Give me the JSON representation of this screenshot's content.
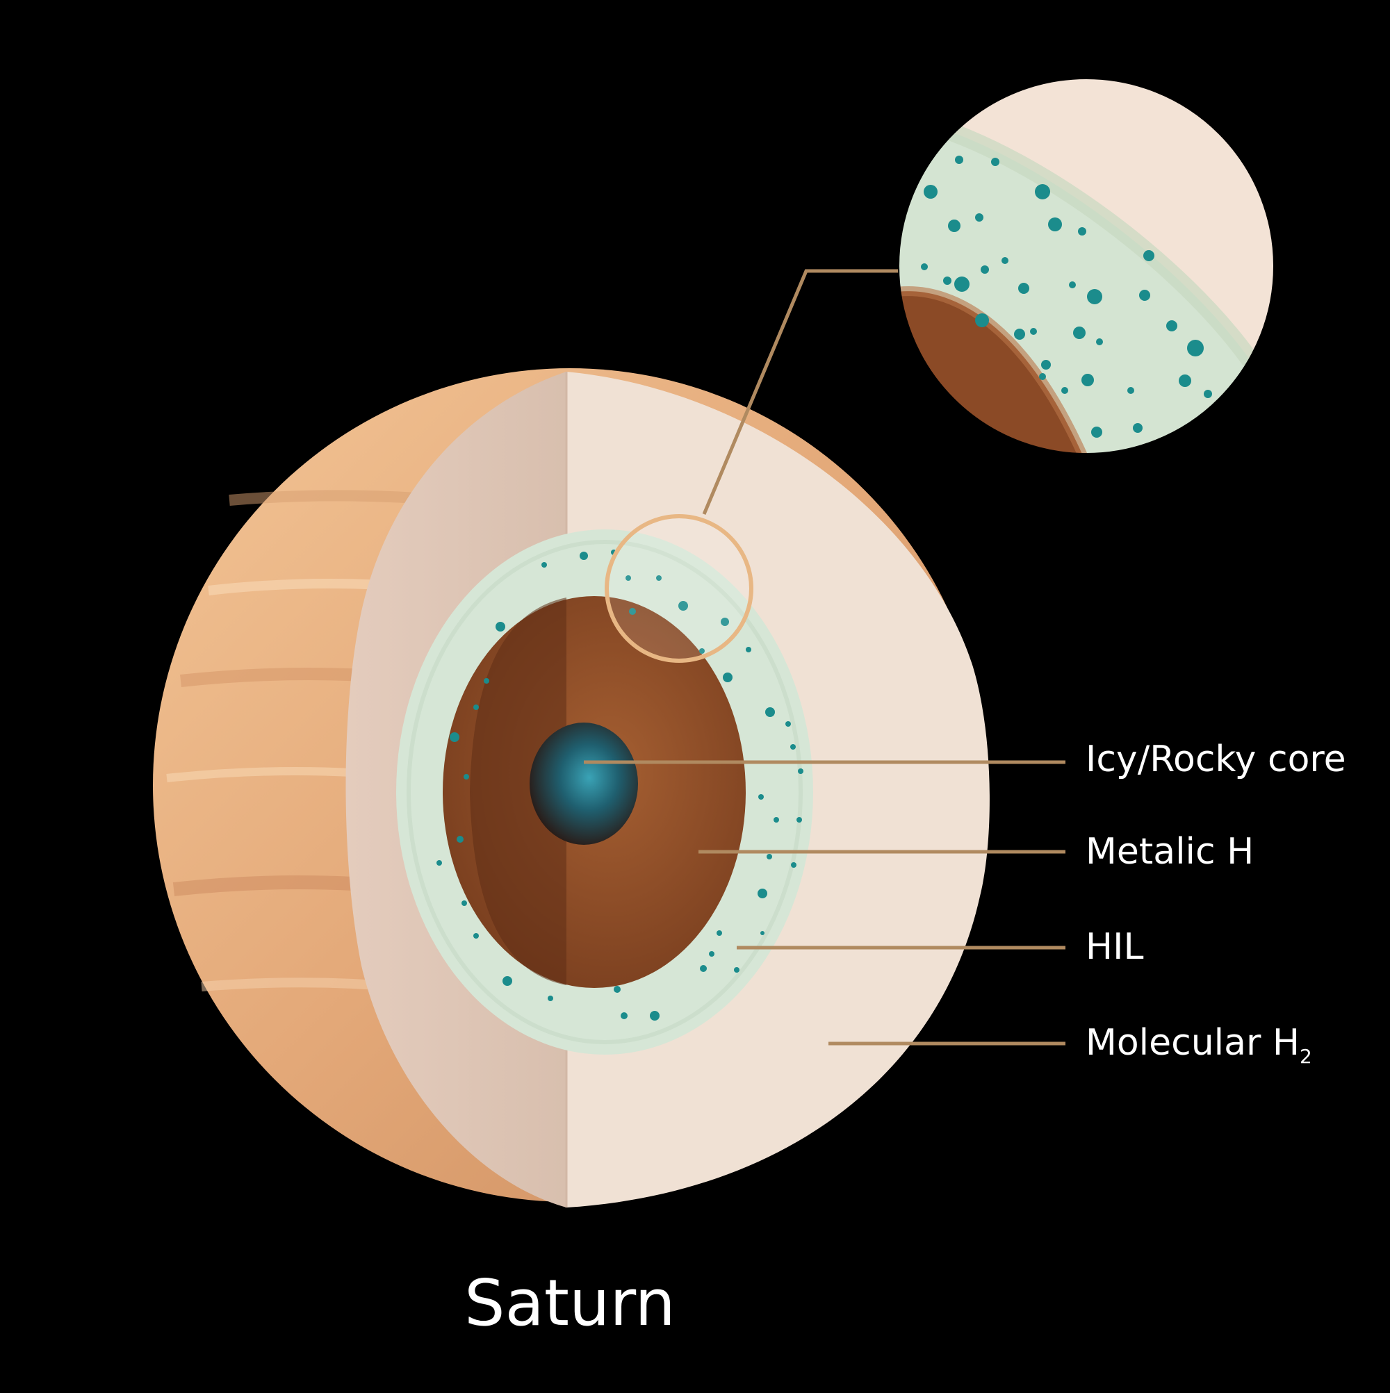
{
  "title": "Saturn",
  "labels": {
    "core": "Icy/Rocky core",
    "metallic": "Metalic H",
    "hil": "HIL",
    "molecular": "Molecular H",
    "molecular_subscript": "2"
  },
  "colors": {
    "background": "#000000",
    "surface": "#e9b384",
    "molecular_layer": "#f0e0d2",
    "hil_layer": "#d6e6d6",
    "metallic_layer": "#8f4e2a",
    "core": "#2a7a8c",
    "droplets": "#1b8c8c",
    "leader_lines": "#b08a60"
  }
}
